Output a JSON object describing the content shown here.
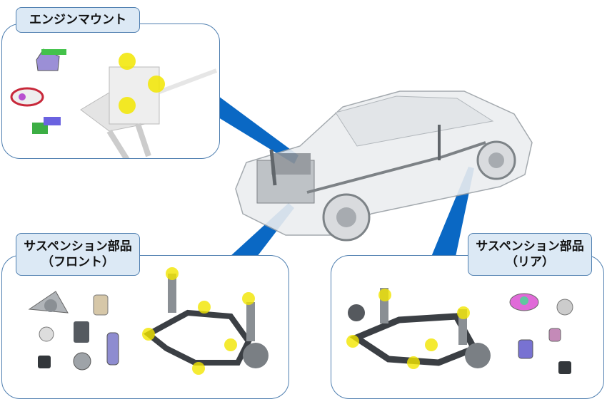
{
  "sections": {
    "engine_mount": {
      "title": "エンジンマウント"
    },
    "front_suspension": {
      "title": "サスペンション部品",
      "subtitle": "（フロント）"
    },
    "rear_suspension": {
      "title": "サスペンション部品",
      "subtitle": "（リア）"
    }
  },
  "colors": {
    "accent": "#0a68c4",
    "border": "#4f7fb0",
    "label_bg": "#dce9f5",
    "highlight": "#f2e600"
  }
}
